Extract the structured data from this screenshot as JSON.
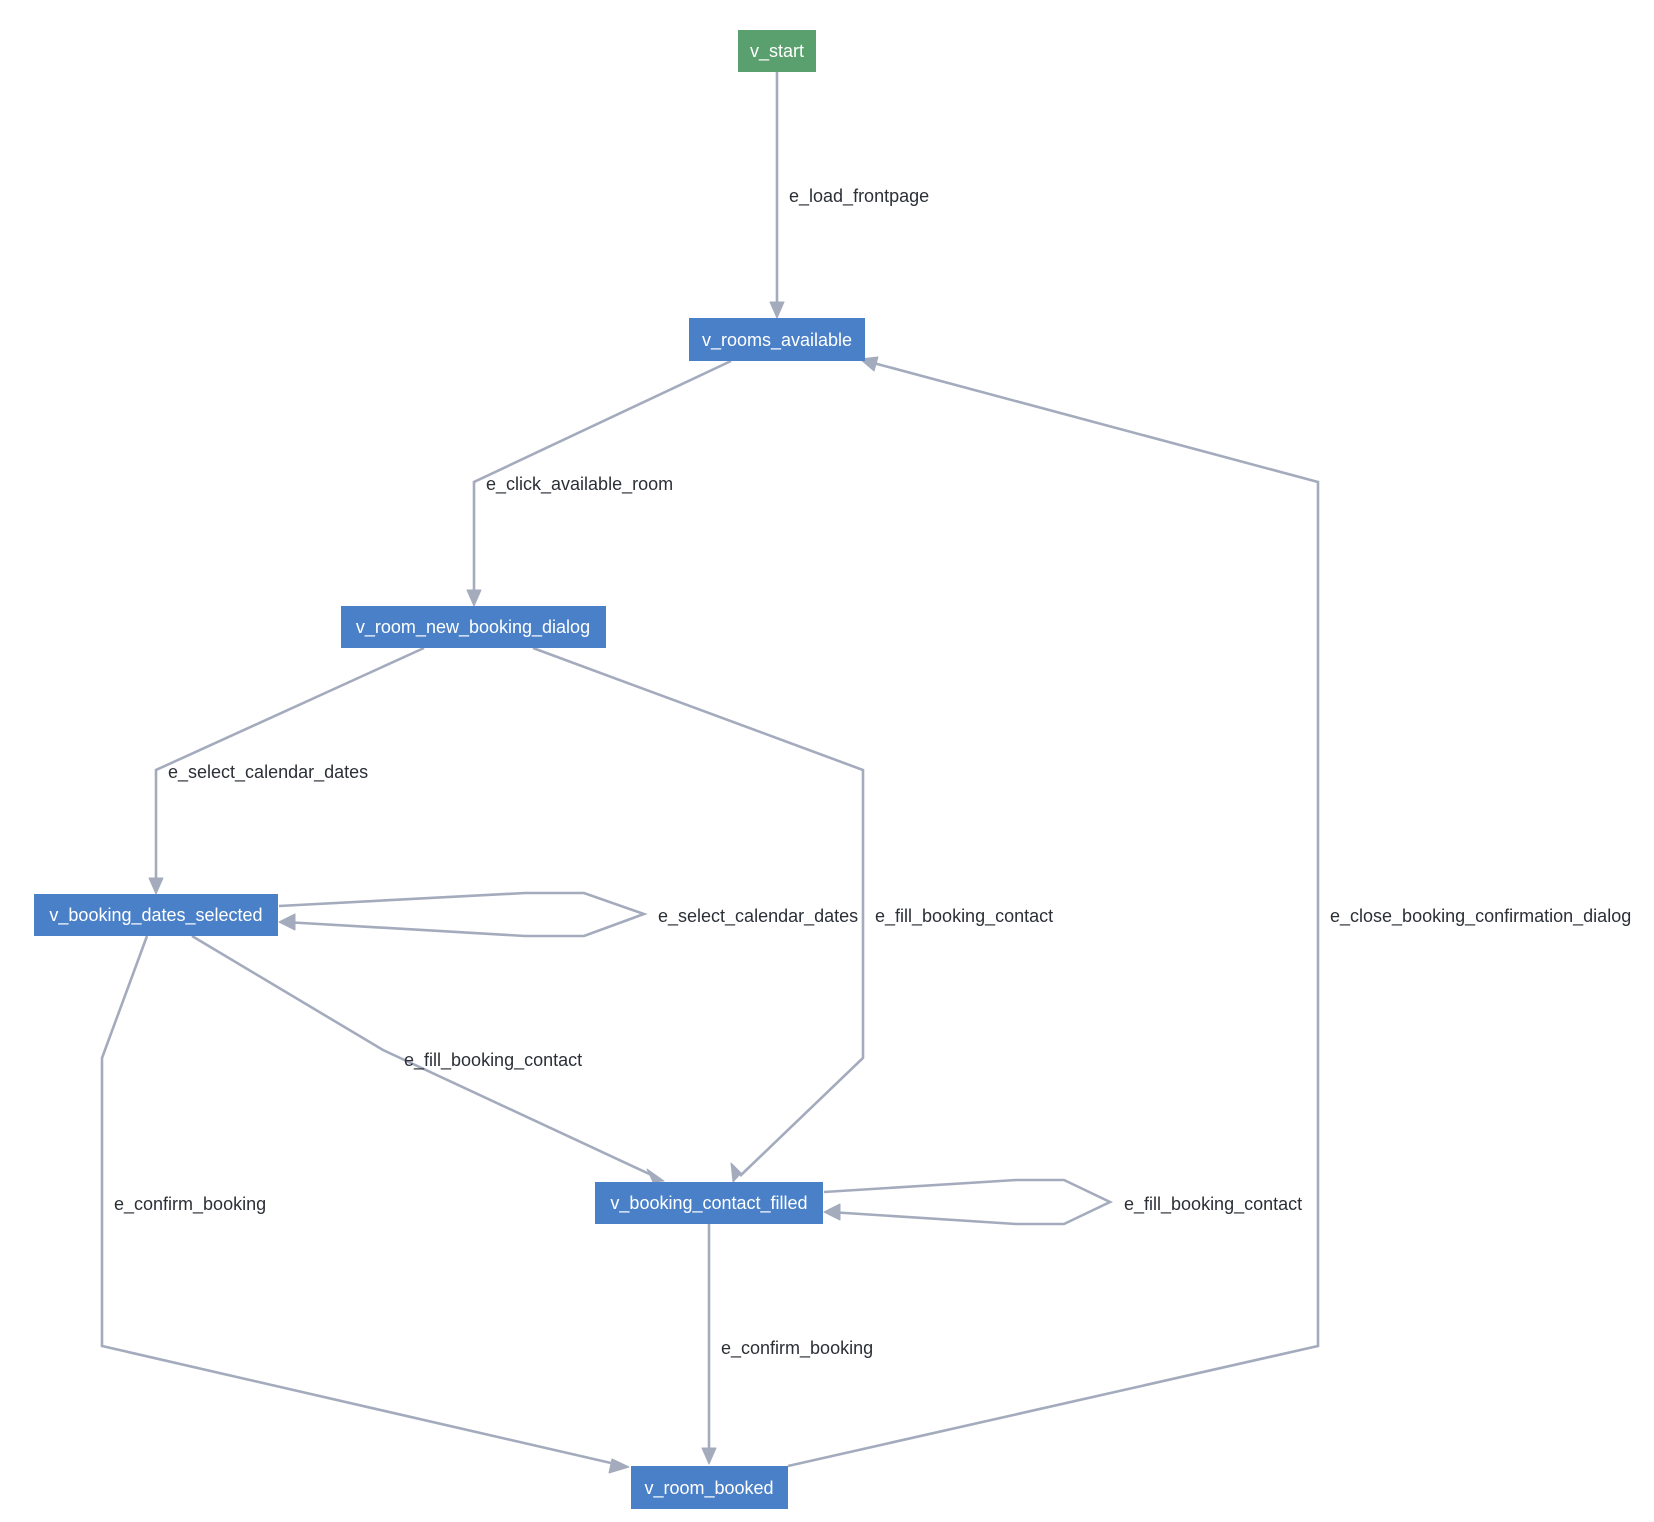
{
  "colors": {
    "start_node": "#5aa06e",
    "node": "#4a80c8",
    "edge": "#a3abbd",
    "node_text": "#ffffff",
    "edge_text": "#2b2f36"
  },
  "nodes": [
    {
      "id": "v_start",
      "label": "v_start",
      "kind": "start"
    },
    {
      "id": "v_rooms_available",
      "label": "v_rooms_available",
      "kind": "normal"
    },
    {
      "id": "v_room_new_booking_dialog",
      "label": "v_room_new_booking_dialog",
      "kind": "normal"
    },
    {
      "id": "v_booking_dates_selected",
      "label": "v_booking_dates_selected",
      "kind": "normal"
    },
    {
      "id": "v_booking_contact_filled",
      "label": "v_booking_contact_filled",
      "kind": "normal"
    },
    {
      "id": "v_room_booked",
      "label": "v_room_booked",
      "kind": "normal"
    }
  ],
  "edges": [
    {
      "id": "e1",
      "label": "e_load_frontpage",
      "from": "v_start",
      "to": "v_rooms_available"
    },
    {
      "id": "e2",
      "label": "e_click_available_room",
      "from": "v_rooms_available",
      "to": "v_room_new_booking_dialog"
    },
    {
      "id": "e3",
      "label": "e_select_calendar_dates",
      "from": "v_room_new_booking_dialog",
      "to": "v_booking_dates_selected"
    },
    {
      "id": "e4",
      "label": "e_fill_booking_contact",
      "from": "v_room_new_booking_dialog",
      "to": "v_booking_contact_filled"
    },
    {
      "id": "e5",
      "label": "e_select_calendar_dates",
      "from": "v_booking_dates_selected",
      "to": "v_booking_dates_selected"
    },
    {
      "id": "e6",
      "label": "e_fill_booking_contact",
      "from": "v_booking_dates_selected",
      "to": "v_booking_contact_filled"
    },
    {
      "id": "e7",
      "label": "e_confirm_booking",
      "from": "v_booking_dates_selected",
      "to": "v_room_booked"
    },
    {
      "id": "e8",
      "label": "e_fill_booking_contact",
      "from": "v_booking_contact_filled",
      "to": "v_booking_contact_filled"
    },
    {
      "id": "e9",
      "label": "e_confirm_booking",
      "from": "v_booking_contact_filled",
      "to": "v_room_booked"
    },
    {
      "id": "e10",
      "label": "e_close_booking_confirmation_dialog",
      "from": "v_room_booked",
      "to": "v_rooms_available"
    }
  ]
}
